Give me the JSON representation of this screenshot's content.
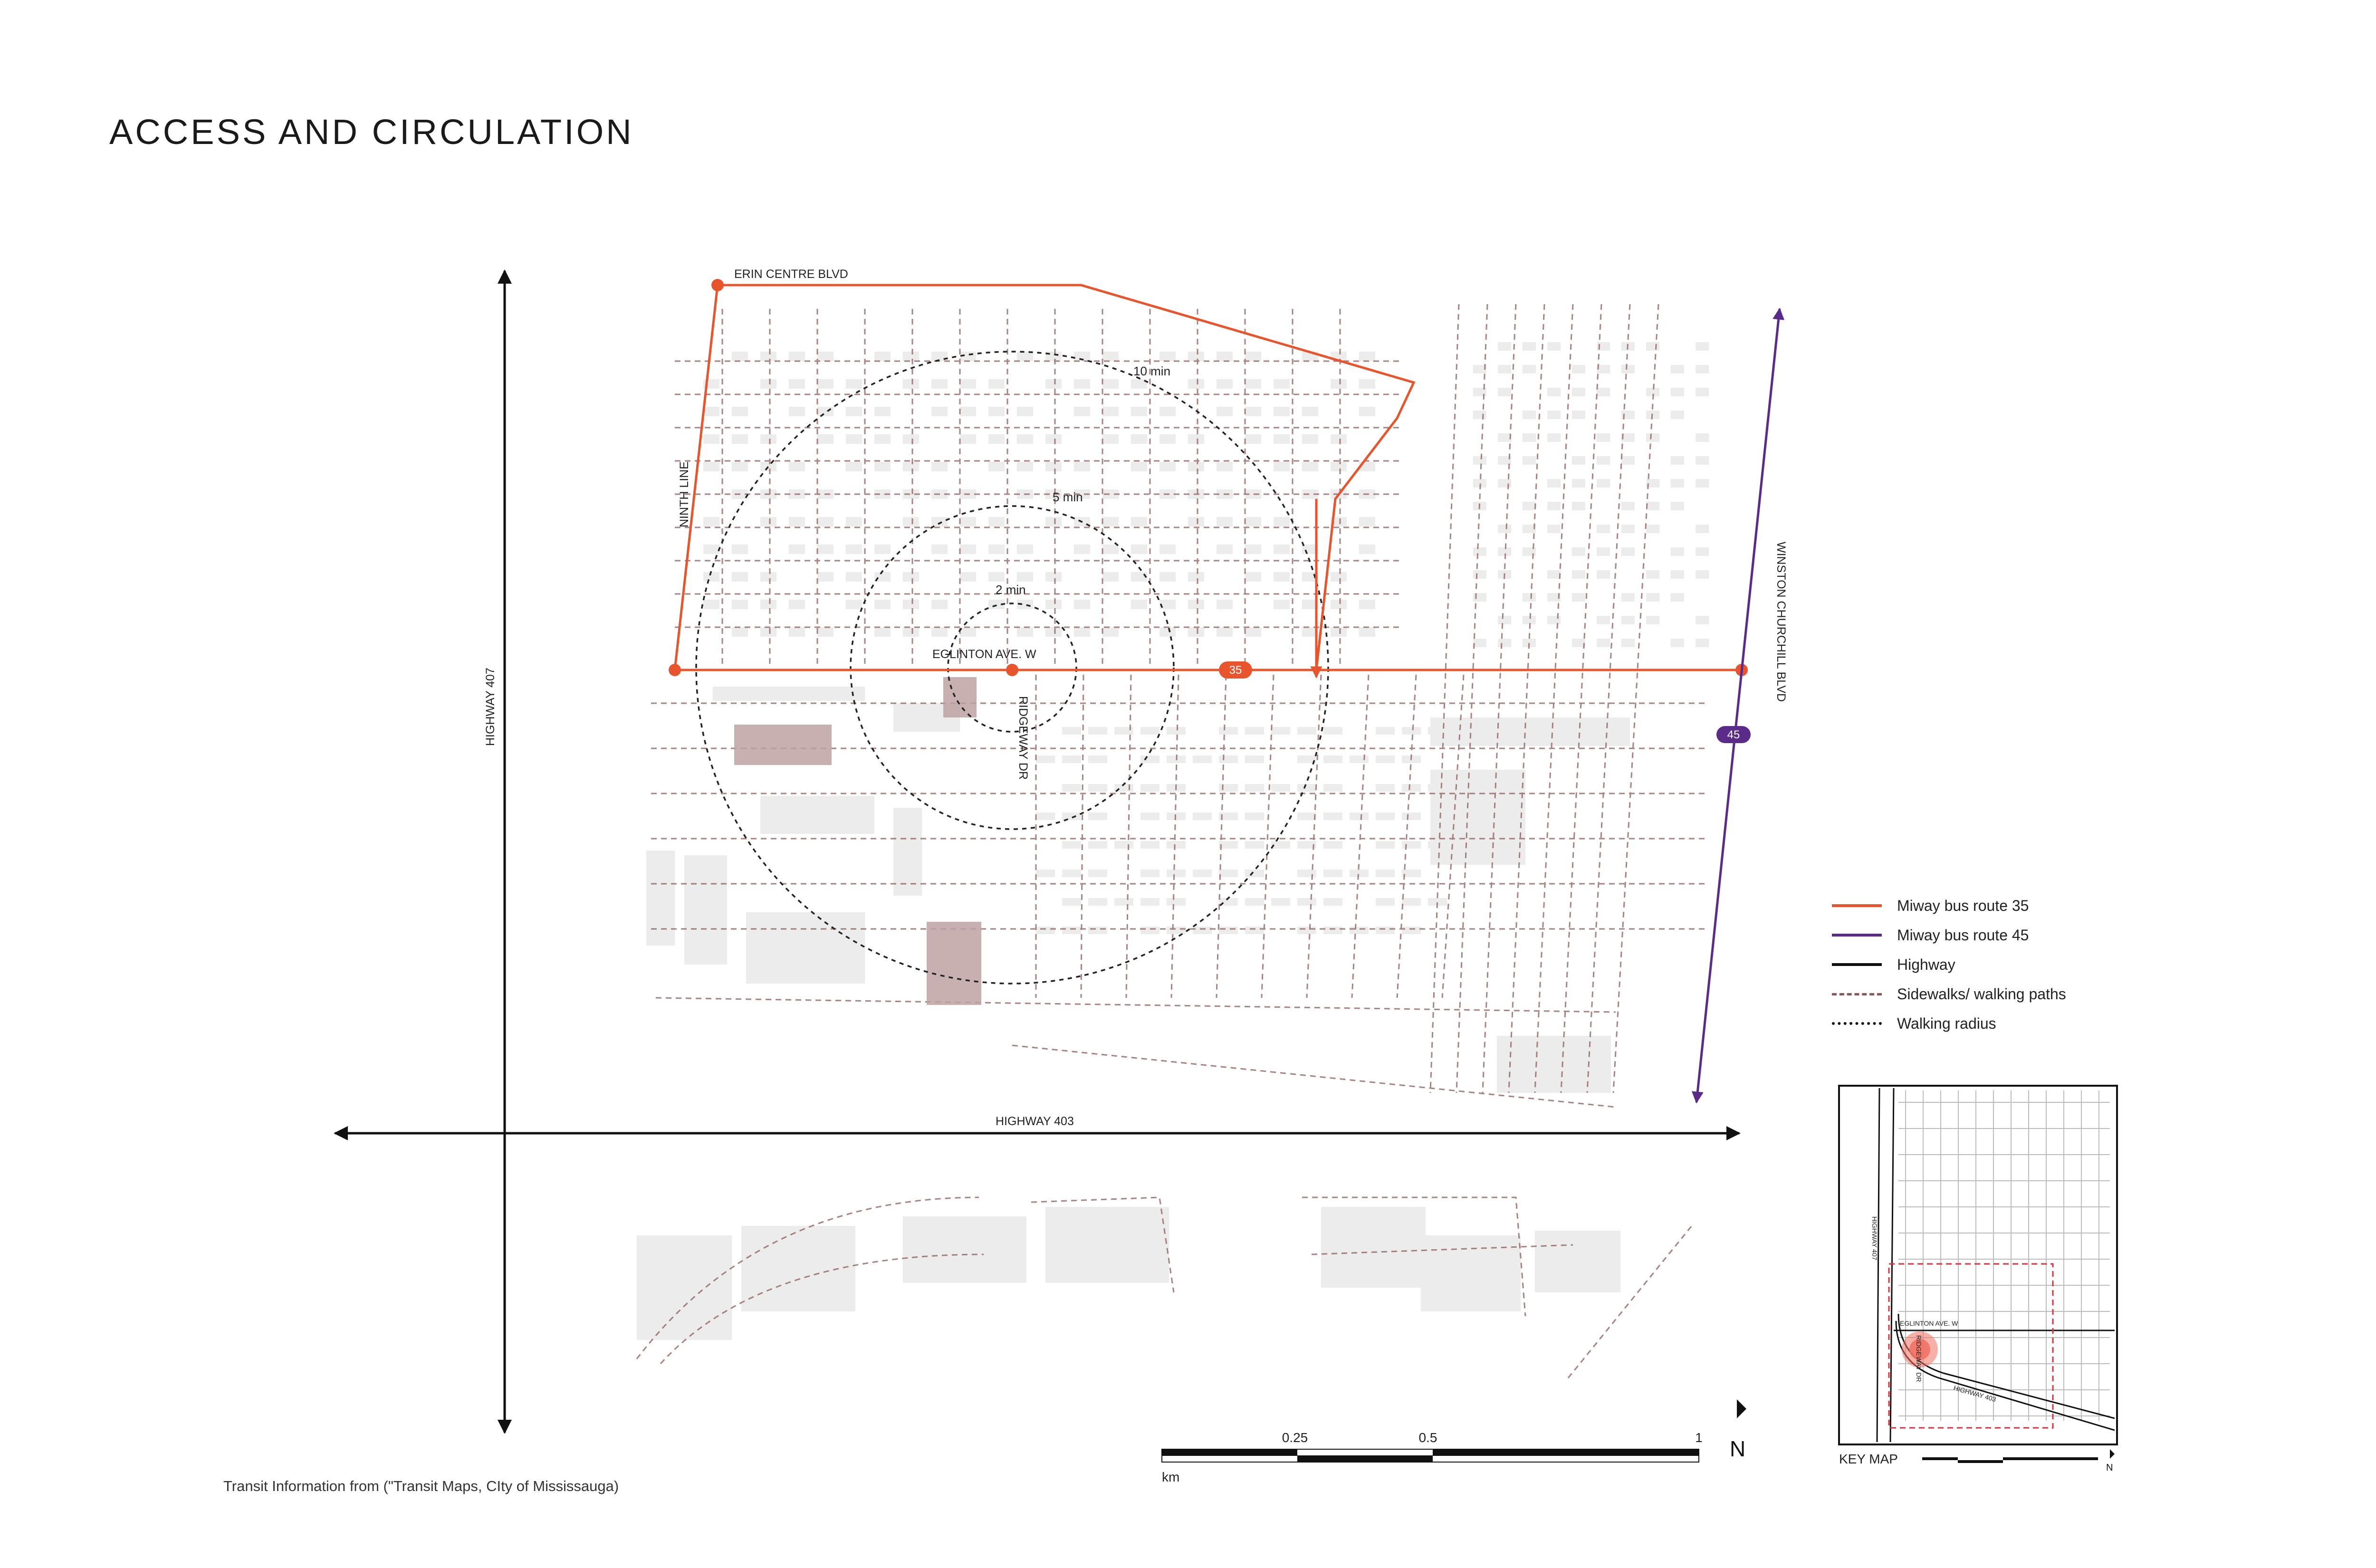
{
  "title": "ACCESS AND CIRCULATION",
  "source_note": "Transit Information from (\"Transit Maps, CIty of Mississauga)",
  "colors": {
    "route_35": "#e8542c",
    "route_45": "#5b2b8a",
    "highway": "#111111",
    "sidewalk": "#8a5a5a",
    "building": "#e9e9e9",
    "site": "#c0a2a2"
  },
  "streets": {
    "erin_centre": "ERIN CENTRE BLVD",
    "ninth_line": "NINTH LINE",
    "highway_407": "HIGHWAY 407",
    "highway_403": "HIGHWAY 403",
    "eglinton": "EGLINTON AVE. W",
    "ridgeway": "RIDGEWAY DR",
    "winston": "WINSTON CHURCHILL BLVD"
  },
  "walk_radii": [
    {
      "label": "2 min"
    },
    {
      "label": "5 min"
    },
    {
      "label": "10 min"
    }
  ],
  "route_badges": {
    "r35": "35",
    "r45": "45"
  },
  "legend": [
    {
      "label": "Miway bus route 35",
      "color": "#e8542c",
      "style": "solid"
    },
    {
      "label": "Miway bus route 45",
      "color": "#5b2b8a",
      "style": "solid"
    },
    {
      "label": "Highway",
      "color": "#111111",
      "style": "solid"
    },
    {
      "label": "Sidewalks/ walking paths",
      "color": "#8a5a5a",
      "style": "dashed"
    },
    {
      "label": "Walking radius",
      "color": "#111111",
      "style": "dotted"
    }
  ],
  "scale": {
    "ticks": [
      "0.25",
      "0.5",
      "1"
    ],
    "unit": "km"
  },
  "north": "N",
  "key_map": {
    "label": "KEY MAP",
    "highway_407": "HIGHWAY 407",
    "highway_403": "HIGHWAY 403",
    "eglinton": "EGLINTON AVE. W",
    "ridgeway": "RIDGEWAY DR",
    "north": "N"
  }
}
